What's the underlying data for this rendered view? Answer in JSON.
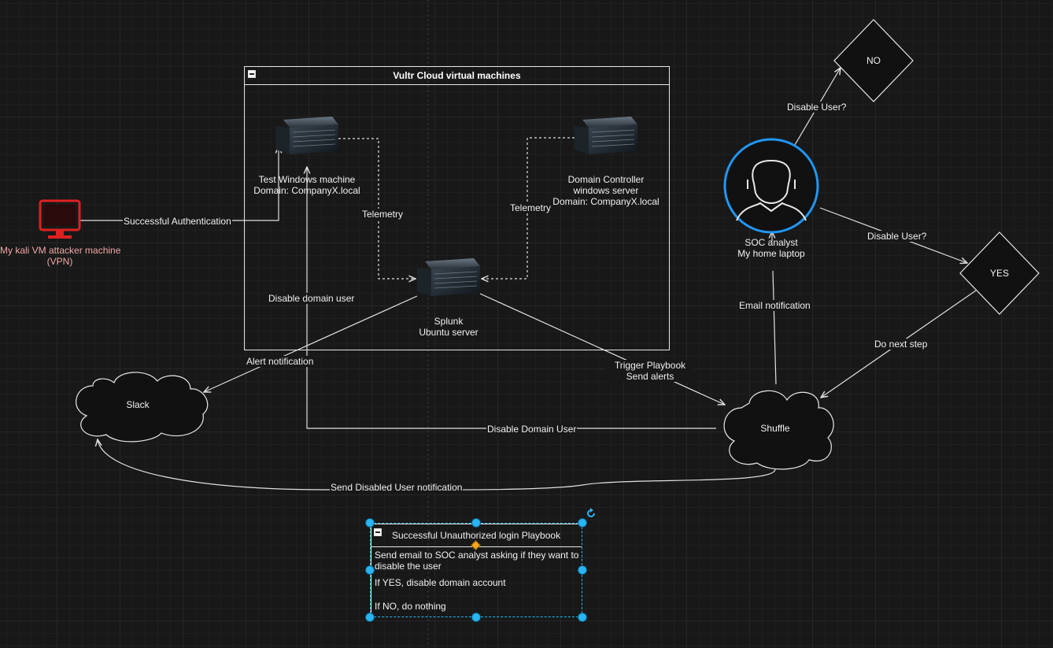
{
  "group": {
    "title": "Vultr Cloud virtual machines"
  },
  "nodes": {
    "windows": {
      "line1": "Test Windows machine",
      "line2": "Domain: CompanyX.local"
    },
    "dc": {
      "line1": "Domain Controller",
      "line2": "windows server",
      "line3": "Domain: CompanyX.local"
    },
    "splunk": {
      "line1": "Splunk",
      "line2": "Ubuntu server"
    },
    "attacker": {
      "line1": "My kali VM attacker machine",
      "line2": "(VPN)"
    },
    "soc": {
      "line1": "SOC analyst",
      "line2": "My home laptop"
    },
    "slack": {
      "label": "Slack"
    },
    "shuffle": {
      "label": "Shuffle"
    },
    "no": {
      "label": "NO"
    },
    "yes": {
      "label": "YES"
    }
  },
  "edges": {
    "auth": "Successful Authentication",
    "telemetry_left": "Telemetry",
    "telemetry_right": "Telemetry",
    "disable_domain_user": "Disable domain user",
    "alert_notification": "Alert notification",
    "trigger_line1": "Trigger Playbook",
    "trigger_line2": "Send alerts",
    "email_notification": "Email notification",
    "disable_user_no": "Disable User?",
    "disable_user_yes": "Disable User?",
    "do_next_step": "Do next step",
    "disable_domain_user_bottom": "Disable Domain User",
    "send_disabled": "Send Disabled User notification"
  },
  "playbook": {
    "title": "Successful Unauthorized login Playbook",
    "step1": "Send email to SOC analyst asking if they want to disable the user",
    "step2": "If YES, disable domain account",
    "step3": "If NO, do nothing"
  },
  "colors": {
    "background": "#181818",
    "line": "#e0e0e0",
    "attacker": "#e02020",
    "soc_ring": "#2196f3",
    "selection": "#29b6f2"
  }
}
